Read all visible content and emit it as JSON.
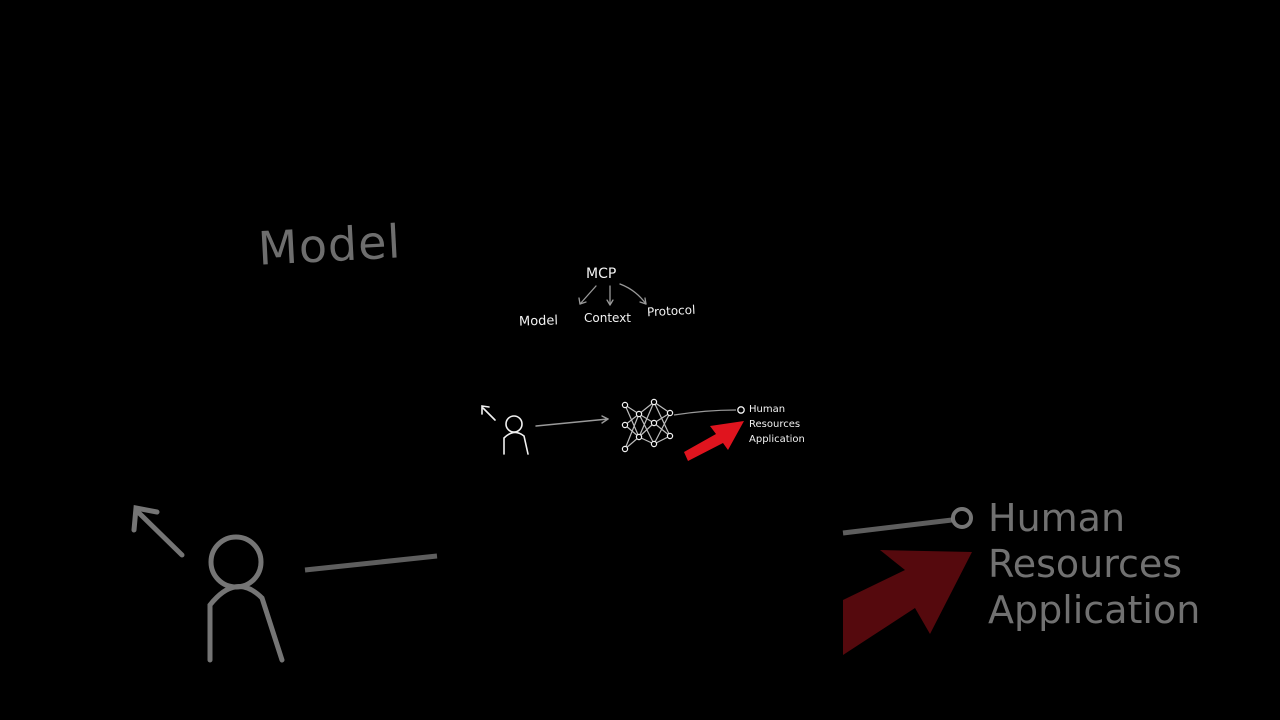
{
  "heading": "MCP",
  "expansion": {
    "model": "Model",
    "context": "Context",
    "protocol": "Protocol"
  },
  "hr_app": [
    "Human",
    "Resources",
    "Application"
  ],
  "background": {
    "model_label": "Model",
    "hr_app": [
      "Human",
      "Resources",
      "Application"
    ]
  },
  "colors": {
    "background": "#000000",
    "ink": "#f2f2f2",
    "ink_dim": "#8e8e8e",
    "highlight_arrow": "#e0141e"
  },
  "icons": [
    "person-icon",
    "neural-network-icon",
    "pointer-arrow-icon",
    "connector-dot-icon"
  ]
}
